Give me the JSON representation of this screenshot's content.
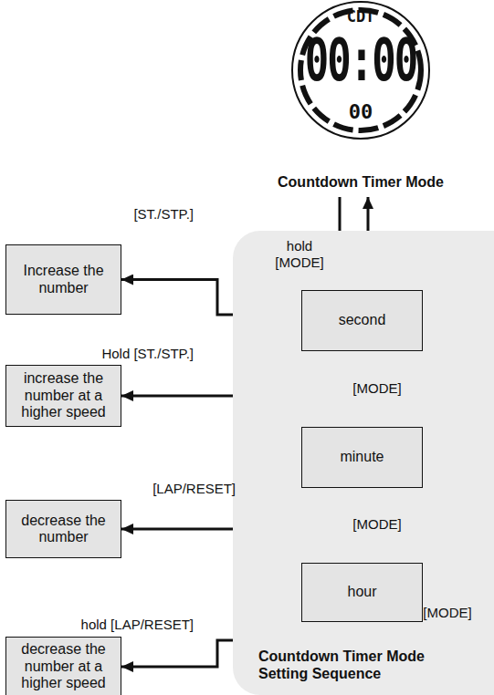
{
  "diagram": {
    "nodes": [
      {
        "text": [
          "CDT",
          "00:00",
          "00",
          "Countdown Timer Mode"
        ]
      },
      {
        "text": [
          "Countdown Timer Mode Setting Sequence"
        ]
      },
      {
        "text": [
          "second"
        ],
        "in": 1
      },
      {
        "text": [
          "minute"
        ],
        "in": 1
      },
      {
        "text": [
          "hour"
        ],
        "in": 1
      },
      {
        "text": [
          "[ST./STP.]",
          "Increase the number"
        ]
      },
      {
        "text": [
          "Hold [ST./STP.]",
          "increase the number at a higher speed"
        ]
      },
      {
        "text": [
          "[LAP/RESET]",
          "decrease the number"
        ]
      },
      {
        "text": [
          "hold [LAP/RESET]",
          "decrease the number at a higher speed"
        ]
      }
    ],
    "edges": [
      {
        "from": 0,
        "to": 2,
        "label": "hold [MODE]",
        "arrow": "to"
      },
      {
        "from": 2,
        "to": 3,
        "label": "[MODE]",
        "arrow": "to"
      },
      {
        "from": 3,
        "to": 4,
        "label": "[MODE]",
        "arrow": "to"
      },
      {
        "from": 4,
        "to": 0,
        "label": "[MODE]",
        "arrow": "to"
      },
      {
        "from": 1,
        "to": 5,
        "arrow": "to"
      },
      {
        "from": 1,
        "to": 6,
        "arrow": "to"
      },
      {
        "from": 1,
        "to": 7,
        "arrow": "to"
      },
      {
        "from": 1,
        "to": 8,
        "arrow": "to"
      }
    ]
  }
}
